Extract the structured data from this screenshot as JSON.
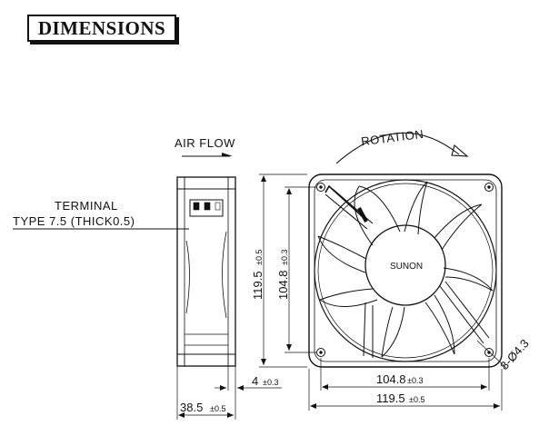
{
  "title": "DIMENSIONS",
  "labels": {
    "air_flow": "AIR FLOW",
    "rotation": "ROTATION",
    "terminal_line1": "TERMINAL",
    "terminal_line2": "TYPE 7.5 (THICK0.5)",
    "brand": "SUNON"
  },
  "dimensions": {
    "side_height": {
      "value": "119.5",
      "tol": "±0.5"
    },
    "hole_height": {
      "value": "104.8",
      "tol": "±0.3"
    },
    "hole_width": {
      "value": "104.8",
      "tol": "±0.3"
    },
    "frame_width": {
      "value": "119.5",
      "tol": "±0.5"
    },
    "flange": {
      "value": "4",
      "tol": "±0.3"
    },
    "depth": {
      "value": "38.5",
      "tol": "±0.5"
    },
    "holes": {
      "value": "8-Ø4.3"
    }
  }
}
